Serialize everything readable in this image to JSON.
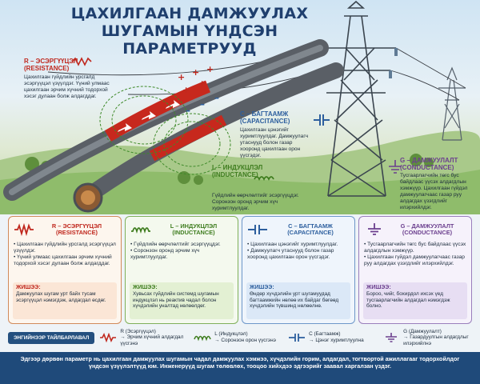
{
  "title": {
    "line1": "ЦАХИЛГААН ДАМЖУУЛАХ",
    "line2": "ШУГАМЫН ҮНДСЭН ПАРАМЕТРУУД"
  },
  "hero": {
    "resistance": {
      "name": "R – ЭСЭРГҮҮЦЭЛ",
      "en": "(RESISTANCE)",
      "desc": "Цахилгаан гүйдлийн урсгалд эсэргүүцэл үзүүлдэг. Үүний улмаас цахилгаан эрчим хүчний тодорхой хэсэг дулаан болж алдагддаг."
    },
    "inductance": {
      "name": "L – ИНДУКЦЛЭЛ",
      "en": "(INDUCTANCE)",
      "desc": "Гүйдлийн өөрчлөлтийг эсэргүүцдэг. Соронзон оронд эрчим хүч хуримтлуулдаг."
    },
    "capacitance": {
      "name": "C – БАГТААМЖ",
      "en": "(CAPACITANCE)",
      "desc": "Цахилгаан цэнэгийг хуримтлуулдаг. Дамжуулагч утаснууд болон газар хооронд цахилгаан орон үүсгэдэг."
    },
    "conductance": {
      "name": "G – ДАМЖУУЛАЛТ",
      "en": "(CONDUCTANCE)",
      "desc": "Тусгаарлагчийн төгс бус байдлаас үүсэх алдагдлын хэмжүүр. Цахилгаан гүйдэл дамжуулагчаас газар руу алдагдах үзэгдлийг илэрхийлдэг."
    }
  },
  "cards": [
    {
      "title": "R – ЭСЭРГҮҮЦЭЛ",
      "subtitle": "(RESISTANCE)",
      "bullets": [
        "Цахилгаан гүйдлийн урсгалд эсэргүүцэл үзүүлдэг.",
        "Үүний улмаас цахилгаан эрчим хүчний тодорхой хэсэг дулаан болж алдагддаг."
      ],
      "example_head": "ЖИШЭЭ:",
      "example": "Дамжуулах шугам урт байх тусам эсэргүүцэл нэмэгдэж, алдагдал өсдөг."
    },
    {
      "title": "L – ИНДУКЦЛЭЛ",
      "subtitle": "(INDUCTANCE)",
      "bullets": [
        "Гүйдлийн өөрчлөлтийг эсэргүүцдэг.",
        "Соронзон оронд эрчим хүч хуримтлуулдаг."
      ],
      "example_head": "ЖИШЭЭ:",
      "example": "Хувьсах гүйдлийн системд шугамын индукцлэл нь реактив чадал болон хүчдэлийн уналтад нөлөөлдөг."
    },
    {
      "title": "C – БАГТААМЖ",
      "subtitle": "(CAPACITANCE)",
      "bullets": [
        "Цахилгаан цэнэгийг хуримтлуулдаг.",
        "Дамжуулагч утаснууд болон газар хооронд цахилгаан орон үүсгэдэг."
      ],
      "example_head": "ЖИШЭЭ:",
      "example": "Өндөр хүчдэлийн урт шугамуудад багтаамжийн нөлөө их байдаг бөгөөд хүчдэлийн түвшинд нөлөөлнө."
    },
    {
      "title": "G – ДАМЖУУЛАЛТ",
      "subtitle": "(CONDUCTANCE)",
      "bullets": [
        "Тусгаарлагчийн төгс бус байдлаас үүсэх алдагдлын хэмжүүр.",
        "Цахилгаан гүйдэл дамжуулагчаас газар руу алдагдах үзэгдлийг илэрхийлдэг."
      ],
      "example_head": "ЖИШЭЭ:",
      "example": "Бороо, чийг, бохирдол ихсэх үед тусгаарлагчийн алдагдал нэмэгдэж болно."
    }
  ],
  "legend": {
    "title": "ЭНГИЙНЭЭР ТАЙЛБАРЛАВАЛ",
    "items": [
      {
        "label": "R (Эсэргүүцэл)",
        "desc": "→ Эрчим хүчний алдагдал үүсгэнэ",
        "color": "#c0281e"
      },
      {
        "label": "L (Индукцлэл)",
        "desc": "→ Соронзон орон үүсгэнэ",
        "color": "#3f7d1f"
      },
      {
        "label": "C (Багтаамж)",
        "desc": "→ Цэнэг хуримтлуулна",
        "color": "#2d5f9e"
      },
      {
        "label": "G (Дамжуулалт)",
        "desc": "→ Газардуулгын алдагдлыг илэрхийлнэ",
        "color": "#6b3f8e"
      }
    ]
  },
  "footer": "Эдгээр дөрвөн параметр нь цахилгаан дамжуулах шугамын чадал дамжуулах хэмжээ, хүчдэлийн горим, алдагдал, тогтвортой ажиллагааг тодорхойлдог үндсэн үзүүлэлтүүд юм. Инженерүүд шугам төлөвлөх, тооцоо хийхдээ эдгээрийг заавал харгалзан үздэг."
}
